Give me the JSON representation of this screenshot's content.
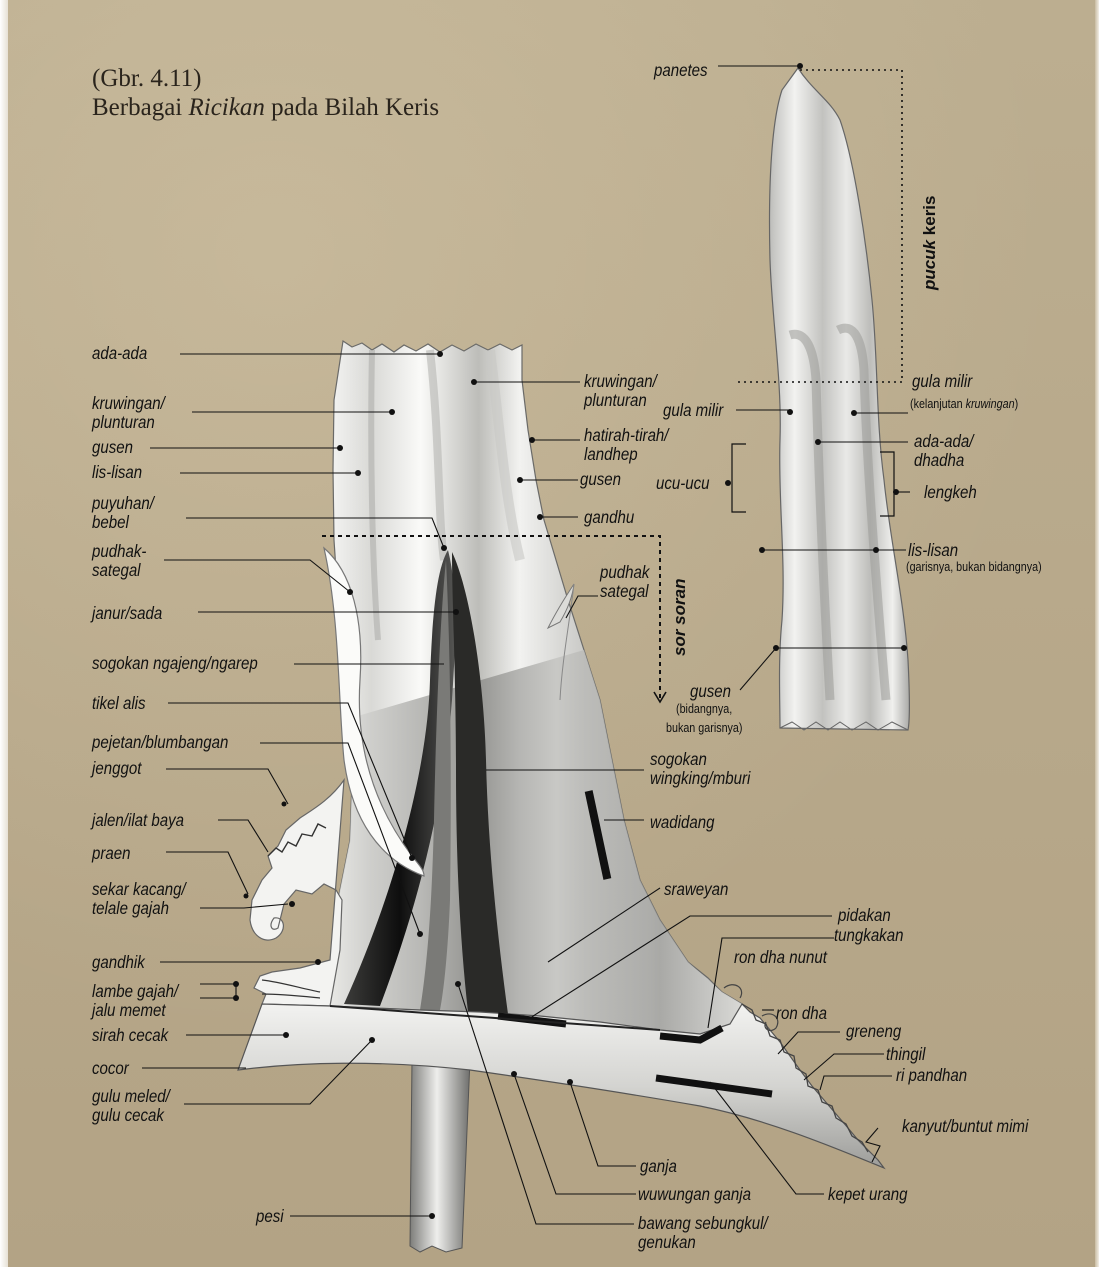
{
  "title": {
    "fig": "(Gbr. 4.11)",
    "line_pre": "Berbagai ",
    "line_em": "Ricikan",
    "line_post": " pada Bilah Keris"
  },
  "labels": {
    "panetes": "panetes",
    "pucuk_a": "pucuk",
    "pucuk_b": " keris",
    "gula_milir_r": "gula milir",
    "gula_milir_r_note_a": "(kelanjutan ",
    "gula_milir_r_note_b": "kruwingan",
    "gula_milir_r_note_c": ")",
    "gula_milir_l": "gula milir",
    "ada_ada_dhadha_1": "ada-ada/",
    "ada_ada_dhadha_2": "dhadha",
    "ucu_ucu": "ucu-ucu",
    "lengkeh": "lengkeh",
    "lis_lisan_r": "lis-lisan",
    "lis_lisan_r_note": "(garisnya, bukan bidangnya)",
    "gusen_r": "gusen",
    "gusen_r_note_1": "(bidangnya,",
    "gusen_r_note_2": "bukan garisnya)",
    "ada_ada": "ada-ada",
    "kruwingan_l_1": "kruwingan/",
    "kruwingan_l_2": "plunturan",
    "gusen_l": "gusen",
    "lis_lisan_l": "lis-lisan",
    "puyuhan_1": "puyuhan/",
    "puyuhan_2": "bebel",
    "pudhak_l_1": "pudhak-",
    "pudhak_l_2": "sategal",
    "janur": "janur/sada",
    "sogokan_ngajeng": "sogokan ngajeng/ngarep",
    "tikel_alis": "tikel alis",
    "pejetan": "pejetan/blumbangan",
    "jenggot": "jenggot",
    "jalen": "jalen/ilat baya",
    "praen": "praen",
    "sekar_kacang_1": "sekar kacang/",
    "sekar_kacang_2": "telale gajah",
    "gandhik": "gandhik",
    "lambe_gajah_1": "lambe gajah/",
    "lambe_gajah_2": "jalu memet",
    "sirah_cecak": "sirah cecak",
    "cocor": "cocor",
    "gulu_meled_1": "gulu meled/",
    "gulu_meled_2": "gulu cecak",
    "pesi": "pesi",
    "kruwingan_r_1": "kruwingan/",
    "kruwingan_r_2": "plunturan",
    "hatirah_1": "hatirah-tirah/",
    "hatirah_2": "landhep",
    "gusen_m": "gusen",
    "gandhu": "gandhu",
    "pudhak_r_1": "pudhak",
    "pudhak_r_2": "sategal",
    "sor_soran": "sor soran",
    "sogokan_wingking_1": "sogokan",
    "sogokan_wingking_2": "wingking/mburi",
    "wadidang": "wadidang",
    "sraweyan": "sraweyan",
    "pidakan_1": "pidakan",
    "pidakan_2": "tungkakan",
    "ron_dha_nunut": "ron dha nunut",
    "ron_dha": "ron dha",
    "greneng": "greneng",
    "thingil": "thingil",
    "ri_pandhan": "ri pandhan",
    "kanyut": "kanyut/buntut mimi",
    "ganja": "ganja",
    "wuwungan": "wuwungan ganja",
    "kepet_urang": "kepet urang",
    "bawang_1": "bawang sebungkul/",
    "bawang_2": "genukan"
  },
  "colors": {
    "background": "#b9a98c",
    "blade_light": "#ececea",
    "blade_mid": "#a9a9a6",
    "blade_dark": "#1c1c1c",
    "ink": "#111111"
  }
}
